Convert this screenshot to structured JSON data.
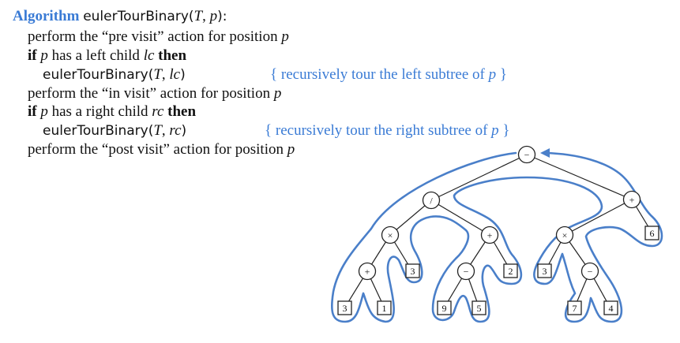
{
  "algorithm": {
    "keyword": "Algorithm",
    "name": "eulerTourBinary",
    "params_open": "(",
    "param_T": "T",
    "param_sep": ", ",
    "param_p": "p",
    "params_close": "):",
    "lines": {
      "l1": {
        "text": "perform the “pre visit” action for position ",
        "var": "p"
      },
      "l2": {
        "kw_if": "if",
        "var_p": "p",
        "mid": " has a left child ",
        "var_c": "lc",
        "kw_then": "then"
      },
      "l3": {
        "call": "eulerTourBinary(",
        "arg_T": "T",
        "sep": ", ",
        "arg": "lc",
        "close": ")",
        "comment_open": "{ recursively tour the left subtree of ",
        "comment_var": "p",
        "comment_close": " }"
      },
      "l4": {
        "text": "perform the “in visit” action for position ",
        "var": "p"
      },
      "l5": {
        "kw_if": "if",
        "var_p": "p",
        "mid": " has a right child ",
        "var_c": "rc",
        "kw_then": "then"
      },
      "l6": {
        "call": "eulerTourBinary(",
        "arg_T": "T",
        "sep": ", ",
        "arg": "rc",
        "close": ")",
        "comment_open": "{ recursively tour the right subtree of ",
        "comment_var": "p",
        "comment_close": " }"
      },
      "l7": {
        "text": "perform the “post visit” action for position ",
        "var": "p"
      }
    }
  },
  "tree": {
    "operators": [
      "−",
      "/",
      "+",
      "×",
      "+",
      "×",
      "+",
      "−",
      "−"
    ],
    "leaves": [
      "3",
      "1",
      "3",
      "9",
      "5",
      "2",
      "3",
      "7",
      "4",
      "6"
    ]
  },
  "colors": {
    "accent": "#3a7bd5",
    "tour": "#4a7fc9"
  }
}
